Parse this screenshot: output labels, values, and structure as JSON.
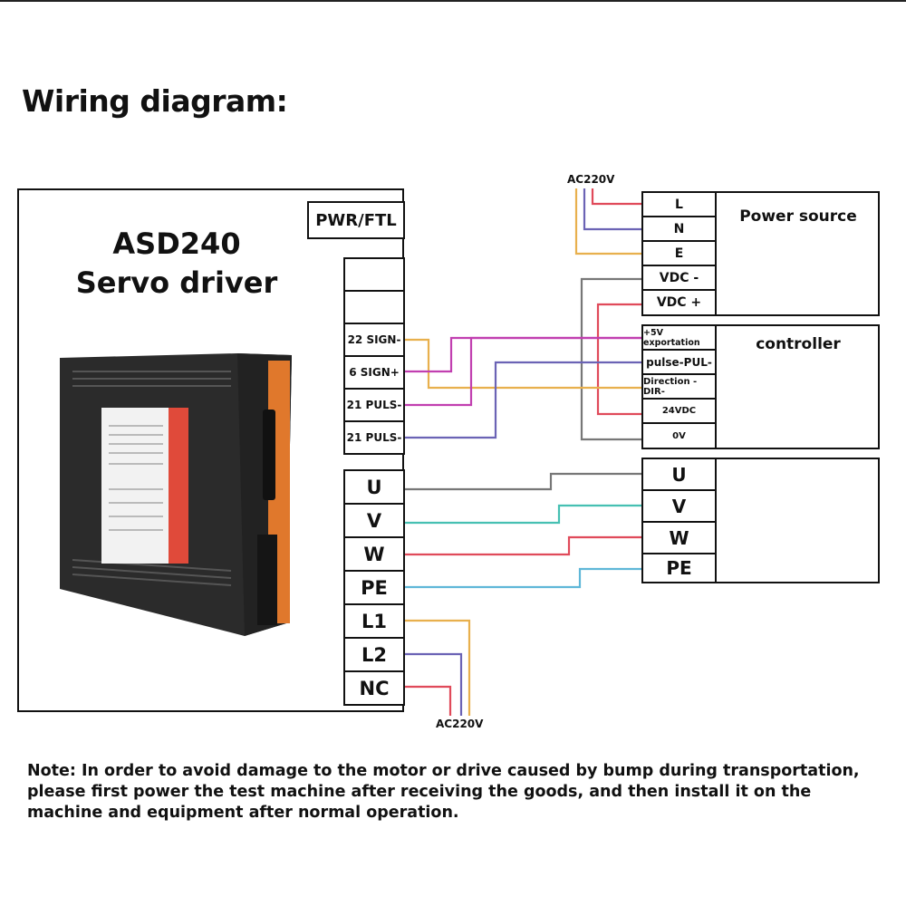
{
  "page_title": "Wiring diagram:",
  "driver": {
    "model": "ASD240",
    "subtitle": "Servo driver",
    "pwr_label": "PWR/FTL",
    "signal_ports": [
      "22 SIGN-",
      "6 SIGN+",
      "21 PULS-",
      "21 PULS-"
    ],
    "power_ports": [
      "U",
      "V",
      "W",
      "PE",
      "L1",
      "L2",
      "NC"
    ]
  },
  "supply_labels": {
    "top": "AC220V",
    "bottom": "AC220V"
  },
  "power_source": {
    "title": "Power source",
    "terminals": [
      "L",
      "N",
      "E",
      "VDC -",
      "VDC +"
    ]
  },
  "controller": {
    "title": "controller",
    "terminals": [
      "+5V exportation",
      "pulse-PUL-",
      "Direction -DIR-",
      "24VDC",
      "0V"
    ]
  },
  "motor": {
    "terminals": [
      "U",
      "V",
      "W",
      "PE"
    ]
  },
  "note": "Note: In order to avoid damage to the motor or drive caused by bump during transportation, please first power the test machine after receiving the goods, and then install it on the machine and equipment after normal operation.",
  "colors": {
    "red": "#e04a5a",
    "purple": "#6b63b5",
    "orange": "#e8b04d",
    "gray": "#777777",
    "magenta": "#c13fb0",
    "teal": "#46c0b2",
    "lightblue": "#5fb7d8",
    "driver_body": "#2b2b2b",
    "driver_accent": "#e0782c"
  }
}
